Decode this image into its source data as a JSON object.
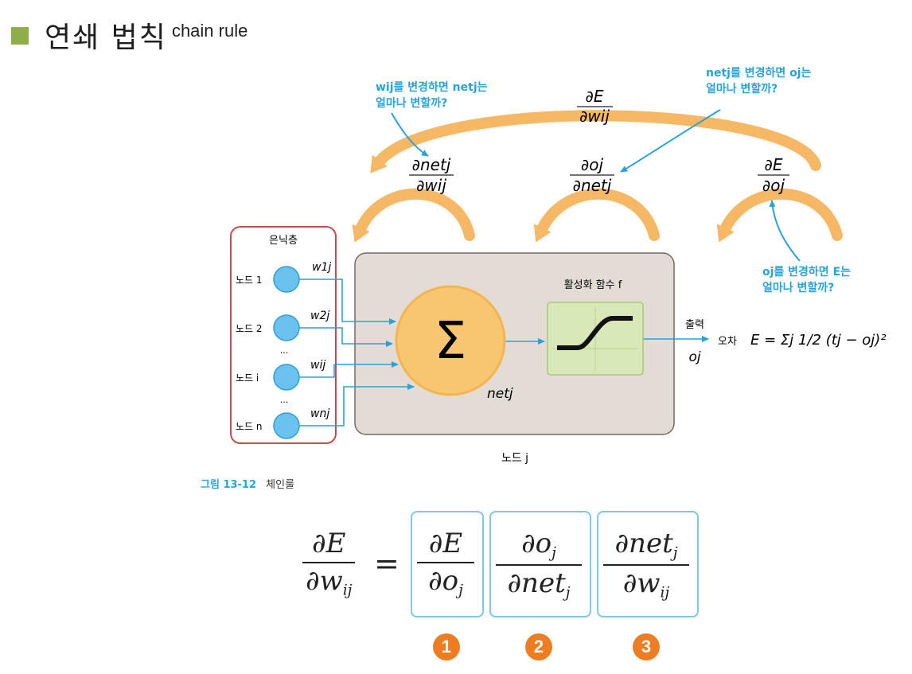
{
  "title": {
    "main": "연쇄 법칙",
    "sub": "chain rule"
  },
  "figure": {
    "hidden_layer_label": "은닉층",
    "nodes": [
      "노드 1",
      "노드 2",
      "노드 i",
      "노드 n"
    ],
    "ellipsis": "...",
    "weights": [
      "w1j",
      "w2j",
      "wij",
      "wnj"
    ],
    "activation_label": "활성화 함수 f",
    "net_label": "netj",
    "output_label": "출력",
    "output_symbol": "oj",
    "error_label": "오차",
    "error_formula": "E = Σj 1/2 (tj − oj)²",
    "node_j_label": "노드 j",
    "q1": {
      "line1": "wij를 변경하면 netj는",
      "line2": "얼마나 변할까?"
    },
    "q2": {
      "line1": "netj를 변경하면 oj는",
      "line2": "얼마나 변할까?"
    },
    "q3": {
      "line1": "oj를 변경하면 E는",
      "line2": "얼마나 변할까?"
    },
    "d_net_dw": {
      "num": "∂netj",
      "den": "∂wij"
    },
    "d_o_dnet": {
      "num": "∂oj",
      "den": "∂netj"
    },
    "d_E_do": {
      "num": "∂E",
      "den": "∂oj"
    },
    "d_E_dw": {
      "num": "∂E",
      "den": "∂wij"
    }
  },
  "caption": {
    "label": "그림 13-12",
    "text": "체인룰"
  },
  "equation": {
    "equals": "=",
    "badges": [
      "1",
      "2",
      "3"
    ]
  },
  "colors": {
    "accent_blue": "#27a3d9",
    "orange": "#f7b866",
    "badge": "#ee7d22",
    "bullet": "#8fae4a",
    "box_red": "#c0504d"
  }
}
